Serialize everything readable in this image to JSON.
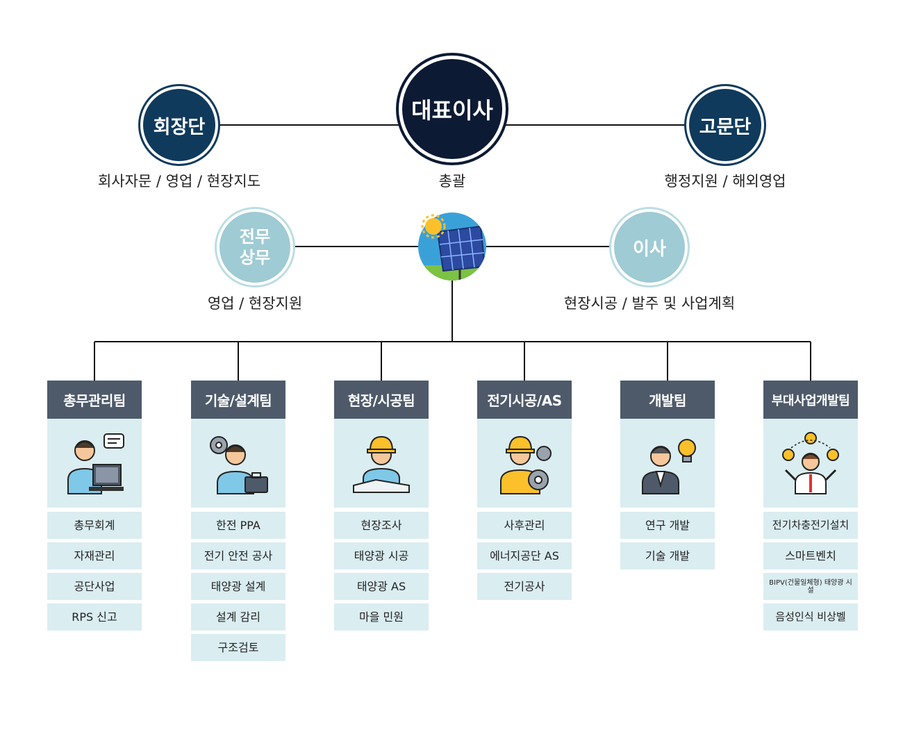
{
  "top": {
    "ceo": {
      "label": "대표이사",
      "desc": "총괄"
    },
    "chairman": {
      "label": "회장단",
      "desc": "회사자문 / 영업 / 현장지도"
    },
    "advisor": {
      "label": "고문단",
      "desc": "행정지원 / 해외영업"
    }
  },
  "middle": {
    "managing": {
      "label_line1": "전무",
      "label_line2": "상무",
      "desc": "영업 / 현장지원"
    },
    "director": {
      "label": "이사",
      "desc": "현장시공 / 발주 및 사업계획"
    },
    "center_icon": "solar-panel-sun-icon"
  },
  "teams": [
    {
      "name": "총무관리팀",
      "icon": "office-worker-computer-icon",
      "items": [
        "총무회계",
        "자재관리",
        "공단사업",
        "RPS 신고"
      ]
    },
    {
      "name": "기술/설계팀",
      "icon": "engineer-gear-briefcase-icon",
      "items": [
        "한전 PPA",
        "전기 안전 공사",
        "태양광 설계",
        "설계 감리",
        "구조검토"
      ]
    },
    {
      "name": "현장/시공팀",
      "icon": "construction-worker-blueprint-icon",
      "items": [
        "현장조사",
        "태양광 시공",
        "태양광 AS",
        "마을 민원"
      ]
    },
    {
      "name": "전기시공/AS",
      "icon": "technician-gears-icon",
      "items": [
        "사후관리",
        "에너지공단 AS",
        "전기공사"
      ]
    },
    {
      "name": "개발팀",
      "icon": "developer-lightbulb-icon",
      "items": [
        "연구 개발",
        "기술 개발"
      ]
    },
    {
      "name": "부대사업개발팀",
      "icon": "business-idea-icon",
      "items": [
        "전기차충전기설치",
        "스마트벤치",
        "BIPV(건물일체형) 태양광 시설",
        "음성인식 비상벨"
      ]
    }
  ],
  "colors": {
    "navy": "#0f3a5c",
    "dark": "#0c1a33",
    "light": "#9fcbd4",
    "team_head": "#4e5a6a",
    "team_bg": "#daedf1"
  }
}
